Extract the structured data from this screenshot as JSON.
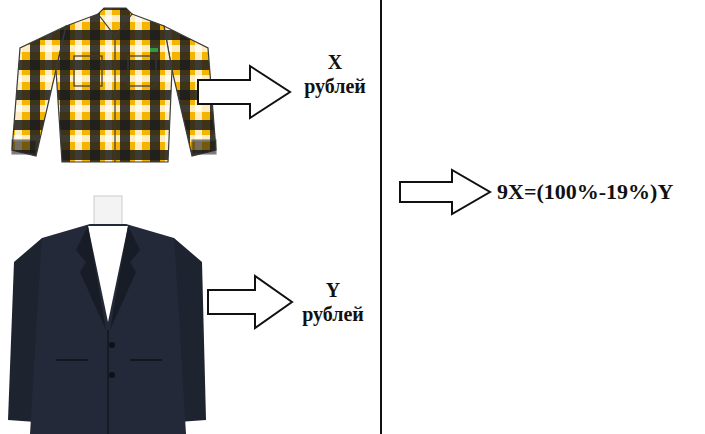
{
  "diagram": {
    "labels": [
      "X рублей",
      "Y рублей",
      "9X=(100%-19%)Y"
    ]
  }
}
